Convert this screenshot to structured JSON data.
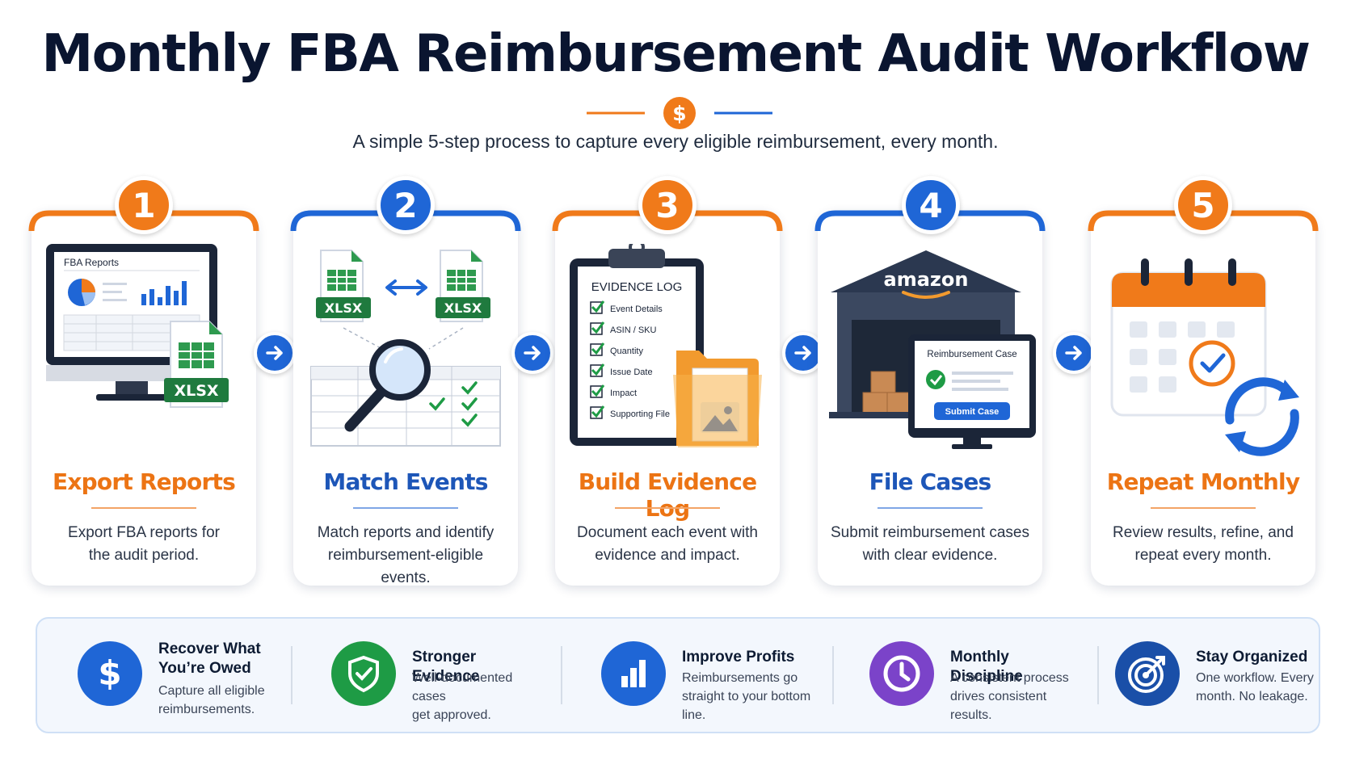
{
  "header": {
    "title": "Monthly FBA Reimbursement Audit Workflow",
    "subtitle": "A simple 5-step process to capture every eligible reimbursement, every month.",
    "dollar_symbol": "$"
  },
  "colors": {
    "orange": "#f07a1a",
    "blue": "#1f66d6",
    "navy": "#0a1530",
    "green": "#1e9b45",
    "purple": "#7b43c9"
  },
  "steps": [
    {
      "number": "1",
      "title": "Export Reports",
      "desc_line1": "Export FBA reports for",
      "desc_line2": "the audit period.",
      "accent": "orange",
      "illustration": {
        "icon": "monitor-report-icon",
        "screen_title": "FBA Reports",
        "file_label": "XLSX"
      }
    },
    {
      "number": "2",
      "title": "Match Events",
      "desc_line1": "Match reports and identify",
      "desc_line2": "reimbursement-eligible events.",
      "accent": "blue",
      "illustration": {
        "icon": "magnifier-match-icon",
        "file_label_left": "XLSX",
        "file_label_right": "XLSX"
      }
    },
    {
      "number": "3",
      "title": "Build Evidence Log",
      "desc_line1": "Document each event with",
      "desc_line2": "evidence and impact.",
      "accent": "orange",
      "illustration": {
        "icon": "clipboard-checklist-icon",
        "log_title": "EVIDENCE LOG",
        "items": [
          "Event Details",
          "ASIN / SKU",
          "Quantity",
          "Issue Date",
          "Impact",
          "Supporting File"
        ]
      }
    },
    {
      "number": "4",
      "title": "File Cases",
      "desc_line1": "Submit reimbursement cases",
      "desc_line2": "with clear evidence.",
      "accent": "blue",
      "illustration": {
        "icon": "warehouse-icon",
        "brand": "amazon",
        "panel_title": "Reimbursement Case",
        "button_label": "Submit Case"
      }
    },
    {
      "number": "5",
      "title": "Repeat Monthly",
      "desc_line1": "Review results, refine, and",
      "desc_line2": "repeat every month.",
      "accent": "orange",
      "illustration": {
        "icon": "calendar-repeat-icon"
      }
    }
  ],
  "benefits": [
    {
      "title_line1": "Recover What",
      "title_line2": "You’re Owed",
      "desc_line1": "Capture all eligible",
      "desc_line2": "reimbursements.",
      "icon": "dollar-icon"
    },
    {
      "title_line1": "Stronger Evidence",
      "title_line2": "",
      "desc_line1": "Well-documented cases",
      "desc_line2": "get approved.",
      "icon": "shield-check-icon"
    },
    {
      "title_line1": "Improve Profits",
      "title_line2": "",
      "desc_line1": "Reimbursements go",
      "desc_line2": "straight to your bottom line.",
      "icon": "bar-chart-icon"
    },
    {
      "title_line1": "Monthly Discipline",
      "title_line2": "",
      "desc_line1": "A consistent process",
      "desc_line2": "drives consistent results.",
      "icon": "clock-icon"
    },
    {
      "title_line1": "Stay Organized",
      "title_line2": "",
      "desc_line1": "One workflow. Every",
      "desc_line2": "month. No leakage.",
      "icon": "target-icon"
    }
  ]
}
